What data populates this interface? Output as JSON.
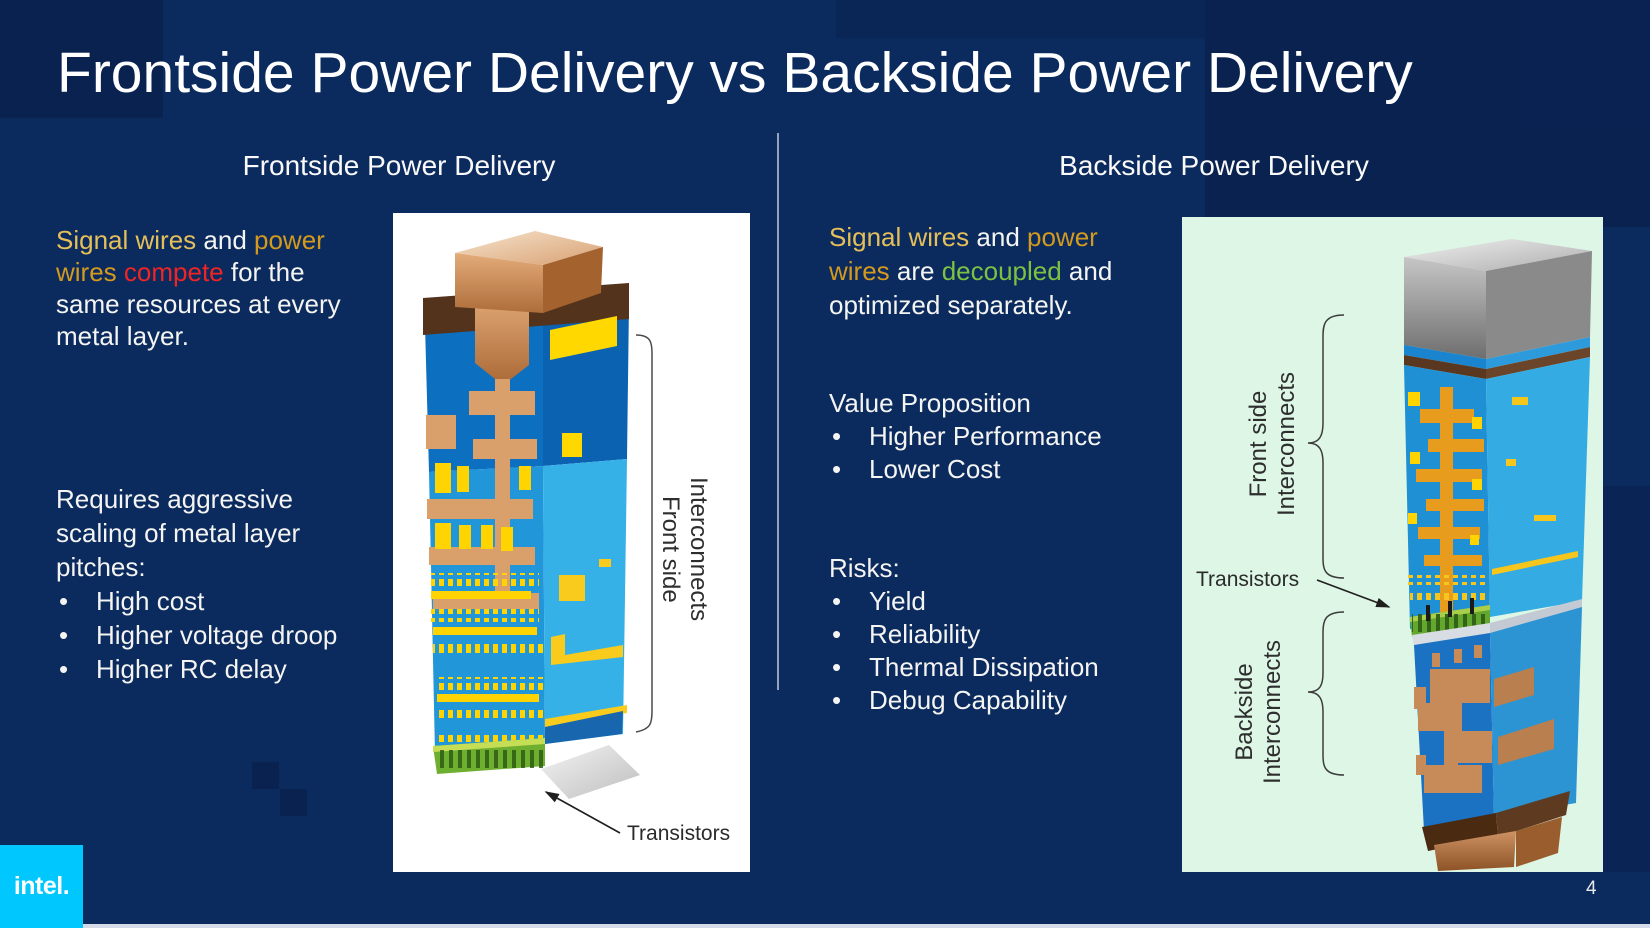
{
  "slide": {
    "title": "Frontside Power Delivery vs Backside Power Delivery",
    "page_number": "4"
  },
  "brand": {
    "logo_text": "intel."
  },
  "ui": {
    "bullet_char": "•"
  },
  "left_column": {
    "heading": "Frontside Power Delivery",
    "intro": {
      "signal": "Signal wires",
      "and1": " and ",
      "power": "power wires",
      "sp": " ",
      "compete": "compete",
      "rest": " for the same resources at every metal layer."
    },
    "scaling_text": "Requires aggressive scaling of metal layer pitches:",
    "bullets": [
      "High cost",
      "Higher voltage droop",
      "Higher RC delay"
    ],
    "figure": {
      "interconnect_label_line1": "Front side",
      "interconnect_label_line2": "Interconnects",
      "transistors_label": "Transistors"
    }
  },
  "right_column": {
    "heading": "Backside Power Delivery",
    "intro": {
      "signal": "Signal wires",
      "and1": " and ",
      "power": "power wires",
      "are": " are ",
      "decoupled": "decoupled",
      "rest": " and optimized separately."
    },
    "value_heading": "Value Proposition",
    "value_bullets": [
      "Higher Performance",
      "Lower Cost"
    ],
    "risks_heading": "Risks:",
    "risk_bullets": [
      "Yield",
      "Reliability",
      "Thermal Dissipation",
      "Debug Capability"
    ],
    "figure": {
      "front_label_line1": "Front side",
      "front_label_line2": "Interconnects",
      "transistors_label": "Transistors",
      "back_label_line1": "Backside",
      "back_label_line2": "Interconnects"
    }
  },
  "colors": {
    "background": "#0B2A5E",
    "signal_gold": "#E5C05A",
    "power_amber": "#D39A1E",
    "compete_red": "#EE2524",
    "decoupled_green": "#7CC142",
    "text_white": "#F4F4F2",
    "panel_white": "#FFFFFF",
    "panel_mint": "#DDF6E6",
    "logo_cyan": "#00C7FD",
    "divider_gray": "#B9C2D4",
    "footer_strip": "#D5DAE8"
  }
}
